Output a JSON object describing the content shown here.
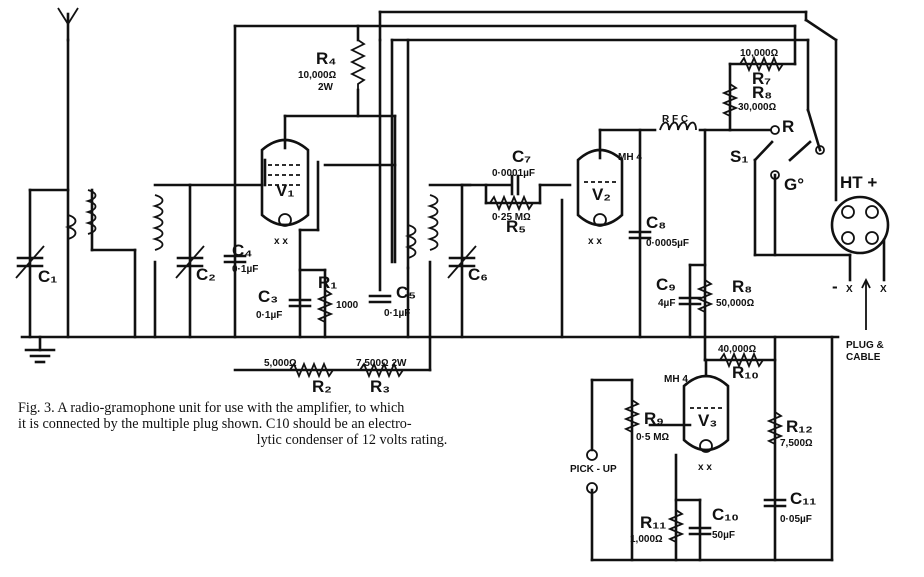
{
  "caption": {
    "line1": "Fig. 3.  A radio-gramophone unit for use with the amplifier, to which",
    "line2": "it is connected by the multiple plug shown.  C10 should be an electro-",
    "line3": "lytic condenser of 12 volts rating."
  },
  "labels": {
    "c1": "C₁",
    "c2": "C₂",
    "c3": "C₃",
    "c3_val": "0·1µF",
    "c4": "C₄",
    "c4_val": "0·1µF",
    "c5": "C₅",
    "c5_val": "0·1µF",
    "c6": "C₆",
    "c7": "C₇",
    "c7_val": "0·0001µF",
    "c8": "C₈",
    "c8_val": "0·0005µF",
    "c9": "C₉",
    "c9_val": "4µF",
    "c10": "C₁₀",
    "c10_val": "50µF",
    "c11": "C₁₁",
    "c11_val": "0·05µF",
    "r1": "R₁",
    "r1_val": "1000",
    "r2": "R₂",
    "r2_val": "5,000Ω",
    "r3": "R₃",
    "r3_val": "7,500Ω  2W",
    "r4": "R₄",
    "r4_val1": "10,000Ω",
    "r4_val2": "2W",
    "r5": "R₅",
    "r5_val": "0·25 MΩ",
    "r7": "R₇",
    "r7_val": "10,000Ω",
    "r8": "R₈",
    "r8_val": "30,000Ω",
    "r8b": "R₈",
    "r8b_val": "50,000Ω",
    "r9": "R₉",
    "r9_val": "0·5 MΩ",
    "r10": "R₁₀",
    "r10_val": "40,000Ω",
    "r11": "R₁₁",
    "r11_val": "1,000Ω",
    "r12": "R₁₂",
    "r12_val": "7,500Ω",
    "v1": "V₁",
    "v2": "V₂",
    "v3": "V₃",
    "mh4_a": "MH 4",
    "mh4_b": "MH 4",
    "rfc": "R F C",
    "s1": "S₁",
    "r_pos": "R",
    "g_pos": "G°",
    "ht": "HT  +",
    "minus": "-",
    "x_mark": "X",
    "xx": "x  x",
    "pickup": "PICK - UP",
    "plug1": "PLUG &",
    "plug2": "CABLE"
  },
  "colors": {
    "ink": "#111111",
    "paper": "#ffffff"
  }
}
